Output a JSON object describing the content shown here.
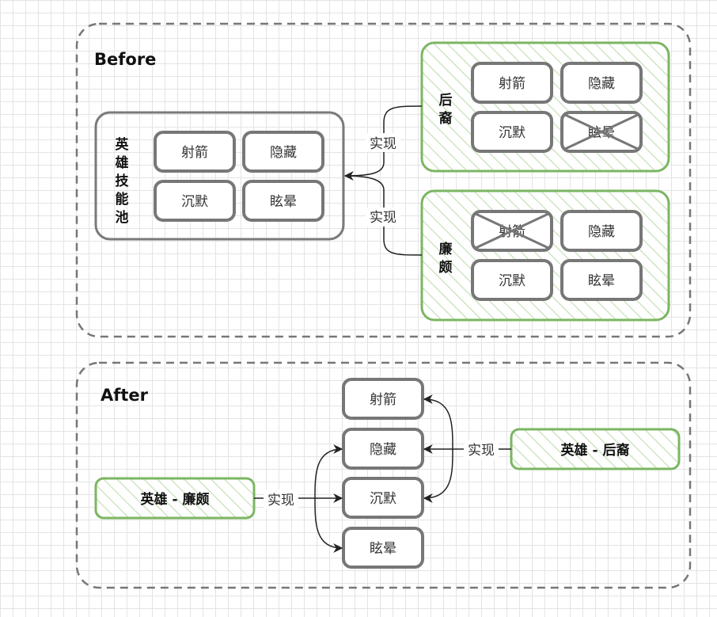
{
  "before": {
    "label": "Before",
    "hero_pool": {
      "label": [
        "英",
        "雄",
        "技",
        "能",
        "池"
      ],
      "skills": [
        "射箭",
        "隐藏",
        "沉默",
        "眩晕"
      ]
    },
    "houyi": {
      "label": [
        "后",
        "裔"
      ],
      "skills": [
        "射箭",
        "隐藏",
        "沉默",
        "眩晕"
      ],
      "crossed": "眩晕"
    },
    "lianpo": {
      "label": [
        "廉",
        "颇"
      ],
      "skills": [
        "射箭",
        "隐藏",
        "沉默",
        "眩晕"
      ],
      "crossed": "射箭"
    },
    "implements_top": "实现",
    "implements_bottom": "实现"
  },
  "after": {
    "label": "After",
    "skills": [
      "射箭",
      "隐藏",
      "沉默",
      "眩晕"
    ],
    "hero_lianpo": "英雄 - 廉颇",
    "hero_houyi": "英雄 - 后裔",
    "implements_left": "实现",
    "implements_right": "实现"
  }
}
